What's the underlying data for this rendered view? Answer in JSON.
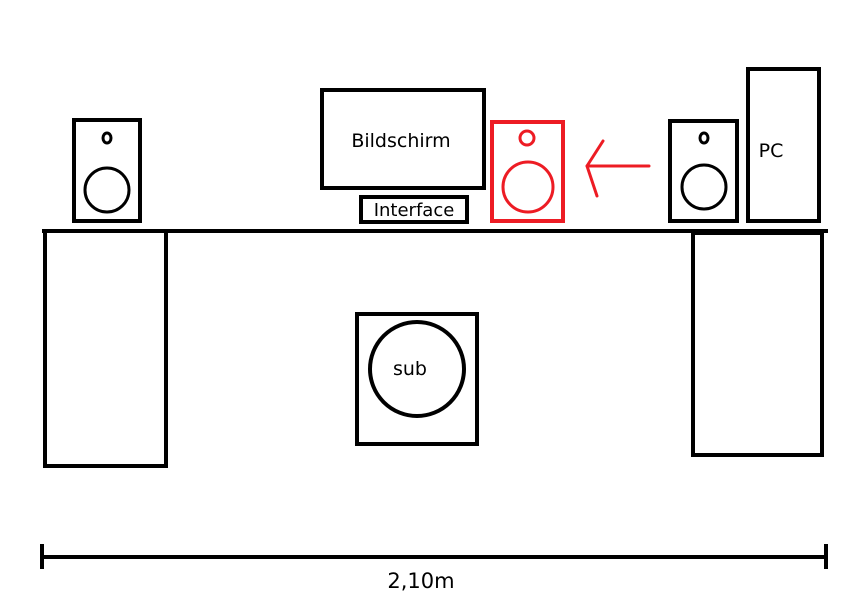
{
  "labels": {
    "monitor": "Bildschirm",
    "interface": "Interface",
    "pc": "PC",
    "sub": "sub",
    "width": "2,10m"
  },
  "colors": {
    "stroke": "#000000",
    "highlight": "#ed1c24"
  }
}
